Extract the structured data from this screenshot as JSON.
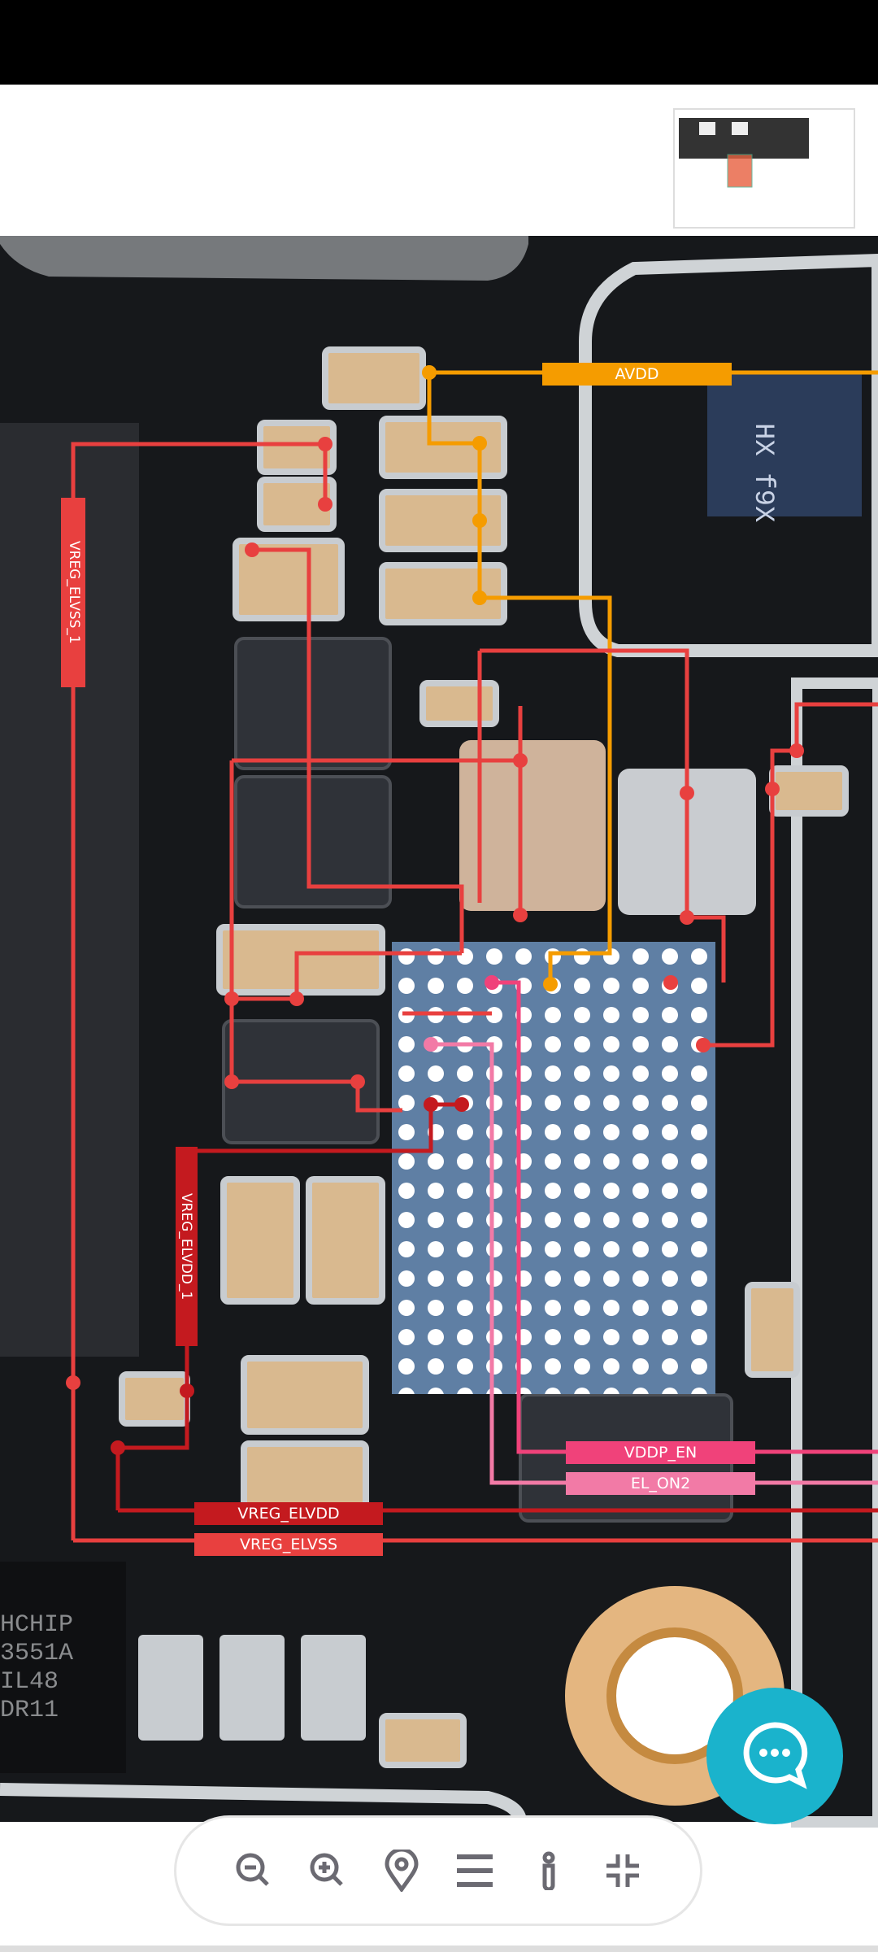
{
  "labels": {
    "avdd": "AVDD",
    "vreg_elvss_1": "VREG_ELVSS_1",
    "vreg_elvdd_1": "VREG_ELVDD_1",
    "vddp_en": "VDDP_EN",
    "el_on2": "EL_ON2",
    "vreg_elvdd": "VREG_ELVDD",
    "vreg_elvss": "VREG_ELVSS"
  },
  "chip_markings": {
    "ic_left": "HCHIP 3551A IL48 DR11",
    "ic_top_right": "HX f9X"
  },
  "colors": {
    "avdd": "#f59c00",
    "elvss": "#e8403f",
    "elvdd": "#c41a1f",
    "vddp_en": "#f0427a",
    "el_on2": "#f27aa6",
    "chat": "#1ab3cc"
  },
  "toolbar": {
    "buttons": [
      "zoom-out",
      "zoom-in",
      "location",
      "menu",
      "info",
      "exit-fullscreen"
    ]
  }
}
